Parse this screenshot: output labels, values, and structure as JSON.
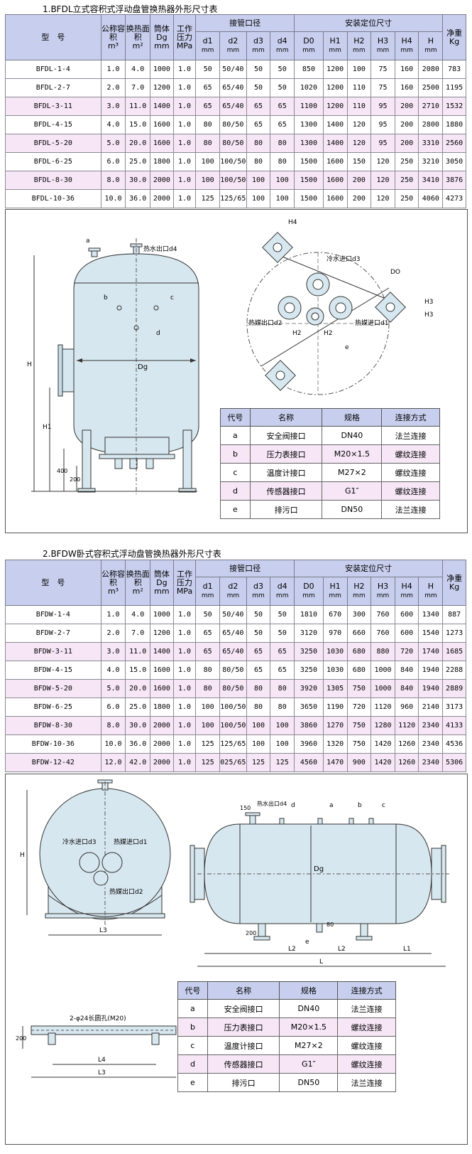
{
  "section1": {
    "title": "1.BFDL立式容积式浮动盘管换热器外形尺寸表",
    "headers": {
      "model": "型　号",
      "volume": "公称容积",
      "volume_unit": "m³",
      "area": "换热面积",
      "area_unit": "m²",
      "dg": "筒体",
      "dg_sub": "Dg",
      "dg_unit": "mm",
      "pressure": "工作压力",
      "pressure_unit": "MPa",
      "pipe_group": "接管口径",
      "pos_group": "安装定位尺寸",
      "weight": "净重",
      "weight_unit": "Kg",
      "pipe_cols": [
        "d1",
        "d2",
        "d3",
        "d4"
      ],
      "pos_cols": [
        "D0",
        "H1",
        "H2",
        "H3",
        "H4",
        "H"
      ],
      "mm": "mm"
    },
    "rows": [
      [
        "BFDL-1-4",
        "1.0",
        "4.0",
        "1000",
        "1.0",
        "50",
        "50/40",
        "50",
        "50",
        "850",
        "1200",
        "100",
        "75",
        "160",
        "2080",
        "783"
      ],
      [
        "BFDL-2-7",
        "2.0",
        "7.0",
        "1200",
        "1.0",
        "65",
        "65/40",
        "50",
        "50",
        "1020",
        "1200",
        "110",
        "75",
        "160",
        "2500",
        "1195"
      ],
      [
        "BFDL-3-11",
        "3.0",
        "11.0",
        "1400",
        "1.0",
        "65",
        "65/40",
        "65",
        "65",
        "1100",
        "1200",
        "110",
        "95",
        "200",
        "2710",
        "1532"
      ],
      [
        "BFDL-4-15",
        "4.0",
        "15.0",
        "1600",
        "1.0",
        "80",
        "80/50",
        "65",
        "65",
        "1300",
        "1400",
        "120",
        "95",
        "200",
        "2800",
        "1880"
      ],
      [
        "BFDL-5-20",
        "5.0",
        "20.0",
        "1600",
        "1.0",
        "80",
        "80/50",
        "80",
        "80",
        "1300",
        "1400",
        "120",
        "95",
        "200",
        "3310",
        "2560"
      ],
      [
        "BFDL-6-25",
        "6.0",
        "25.0",
        "1800",
        "1.0",
        "100",
        "100/50",
        "80",
        "80",
        "1500",
        "1600",
        "150",
        "120",
        "250",
        "3210",
        "3050"
      ],
      [
        "BFDL-8-30",
        "8.0",
        "30.0",
        "2000",
        "1.0",
        "100",
        "100/50",
        "100",
        "100",
        "1500",
        "1600",
        "200",
        "120",
        "250",
        "3410",
        "3876"
      ],
      [
        "BFDL-10-36",
        "10.0",
        "36.0",
        "2000",
        "1.0",
        "125",
        "125/65",
        "100",
        "100",
        "1500",
        "1600",
        "200",
        "120",
        "250",
        "4060",
        "4273"
      ]
    ],
    "drawing": {
      "d4_label": "热水出口d4",
      "d3_label": "冷水进口d3",
      "d2_label": "热媒出口d2",
      "d1_label": "热媒进口d1",
      "dg": "Dg",
      "a": "a",
      "b": "b",
      "c": "c",
      "d": "d",
      "e": "e",
      "H": "H",
      "H1": "H1",
      "H2": "H2",
      "H3": "H3",
      "H4": "H4",
      "D0": "DO",
      "dim400": "400",
      "dim200": "200"
    },
    "legend": {
      "headers": [
        "代号",
        "名称",
        "规格",
        "连接方式"
      ],
      "rows": [
        [
          "a",
          "安全阀接口",
          "DN40",
          "法兰连接"
        ],
        [
          "b",
          "压力表接口",
          "M20×1.5",
          "螺纹连接"
        ],
        [
          "c",
          "温度计接口",
          "M27×2",
          "螺纹连接"
        ],
        [
          "d",
          "传感器接口",
          "G1″",
          "螺纹连接"
        ],
        [
          "e",
          "排污口",
          "DN50",
          "法兰连接"
        ]
      ]
    }
  },
  "section2": {
    "title": "2.BFDW卧式容积式浮动盘管换热器外形尺寸表",
    "rows": [
      [
        "BFDW-1-4",
        "1.0",
        "4.0",
        "1000",
        "1.0",
        "50",
        "50/40",
        "50",
        "50",
        "1810",
        "670",
        "300",
        "760",
        "600",
        "1340",
        "887"
      ],
      [
        "BFDW-2-7",
        "2.0",
        "7.0",
        "1200",
        "1.0",
        "65",
        "65/40",
        "50",
        "50",
        "3120",
        "970",
        "660",
        "760",
        "600",
        "1540",
        "1273"
      ],
      [
        "BFDW-3-11",
        "3.0",
        "11.0",
        "1400",
        "1.0",
        "65",
        "65/40",
        "65",
        "65",
        "3250",
        "1030",
        "680",
        "880",
        "720",
        "1740",
        "1685"
      ],
      [
        "BFDW-4-15",
        "4.0",
        "15.0",
        "1600",
        "1.0",
        "80",
        "80/50",
        "65",
        "65",
        "3250",
        "1030",
        "680",
        "1000",
        "840",
        "1940",
        "2288"
      ],
      [
        "BFDW-5-20",
        "5.0",
        "20.0",
        "1600",
        "1.0",
        "80",
        "80/50",
        "80",
        "80",
        "3920",
        "1305",
        "750",
        "1000",
        "840",
        "1940",
        "2889"
      ],
      [
        "BFDW-6-25",
        "6.0",
        "25.0",
        "1800",
        "1.0",
        "100",
        "100/50",
        "80",
        "80",
        "3650",
        "1190",
        "720",
        "1120",
        "960",
        "2140",
        "3173"
      ],
      [
        "BFDW-8-30",
        "8.0",
        "30.0",
        "2000",
        "1.0",
        "100",
        "100/50",
        "100",
        "100",
        "3860",
        "1270",
        "750",
        "1280",
        "1120",
        "2340",
        "4133"
      ],
      [
        "BFDW-10-36",
        "10.0",
        "36.0",
        "2000",
        "1.0",
        "125",
        "125/65",
        "100",
        "100",
        "3960",
        "1320",
        "750",
        "1420",
        "1260",
        "2340",
        "4536"
      ],
      [
        "BFDW-12-42",
        "12.0",
        "42.0",
        "2000",
        "1.0",
        "125",
        "025/65",
        "125",
        "125",
        "4560",
        "1470",
        "900",
        "1420",
        "1260",
        "2340",
        "5306"
      ]
    ],
    "drawing": {
      "d3_label": "冷水进口d3",
      "d1_label": "热媒进口d1",
      "d2_label": "热媒出口d2",
      "d4_label": "热水出口d4",
      "hole_label": "2-φ24长圆孔(M20)",
      "H": "H",
      "L": "L",
      "L1": "L1",
      "L2": "L2",
      "L3": "L3",
      "L4": "L4",
      "dg": "Dg",
      "a": "a",
      "b": "b",
      "c": "c",
      "d": "d",
      "e": "e",
      "dim80": "80",
      "dim200": "200",
      "dim150": "150"
    }
  }
}
